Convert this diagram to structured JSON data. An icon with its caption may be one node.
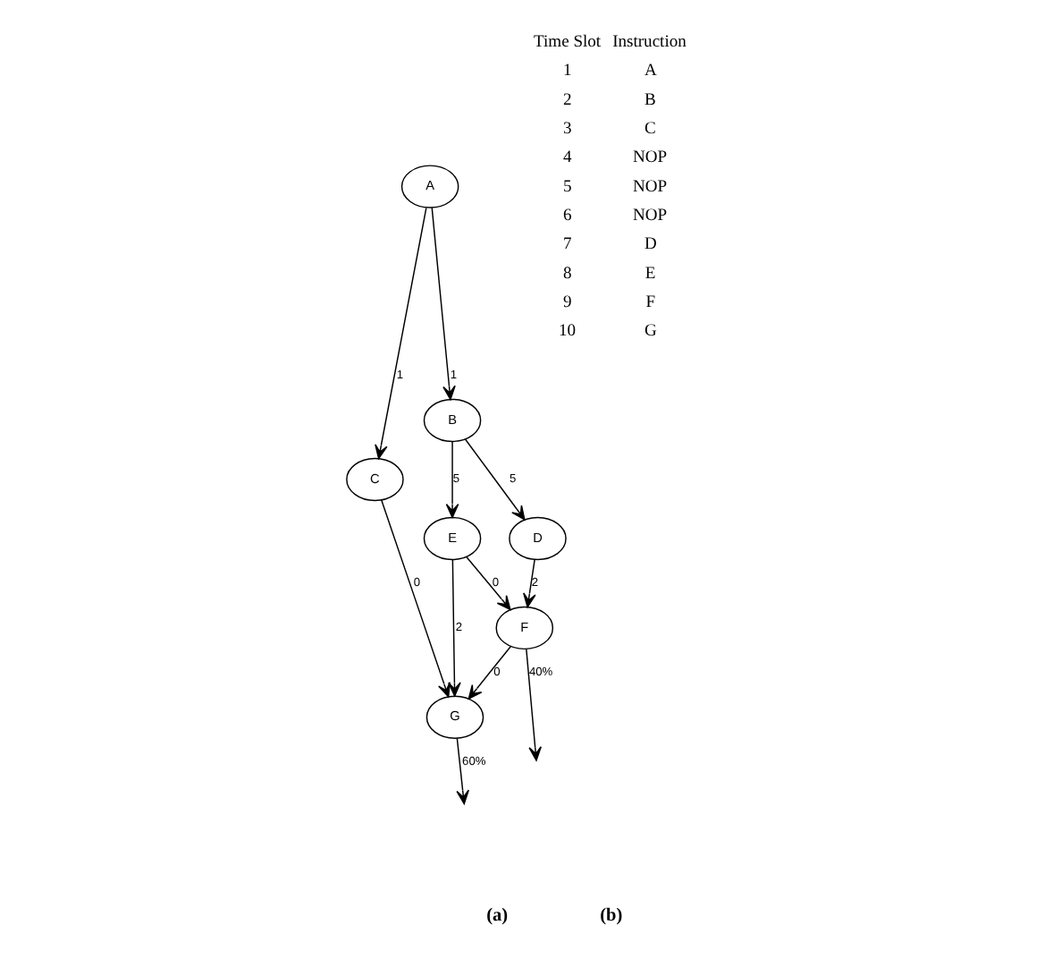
{
  "diagram": {
    "nodes": [
      {
        "text": [
          "A"
        ]
      },
      {
        "text": [
          "B"
        ]
      },
      {
        "text": [
          "C"
        ]
      },
      {
        "text": [
          "D"
        ]
      },
      {
        "text": [
          "E"
        ]
      },
      {
        "text": [
          "F"
        ]
      },
      {
        "text": [
          "G"
        ]
      }
    ],
    "edges": [
      {
        "from": 0,
        "to": 1,
        "arrow": "to",
        "label": "1"
      },
      {
        "from": 0,
        "to": 2,
        "arrow": "to",
        "label": "1"
      },
      {
        "from": 1,
        "to": 3,
        "arrow": "to",
        "label": "5"
      },
      {
        "from": 1,
        "to": 4,
        "arrow": "to",
        "label": "5"
      },
      {
        "from": 3,
        "to": 5,
        "arrow": "to",
        "label": "2"
      },
      {
        "from": 4,
        "to": 5,
        "arrow": "to",
        "label": "0"
      },
      {
        "from": 4,
        "to": 6,
        "arrow": "to",
        "label": "2"
      },
      {
        "from": 2,
        "to": 6,
        "arrow": "to",
        "label": "0"
      },
      {
        "from": 5,
        "to": null,
        "arrow": "to",
        "label": "40%"
      },
      {
        "from": 5,
        "to": 6,
        "arrow": "to",
        "label": "0"
      },
      {
        "from": 6,
        "to": null,
        "arrow": "to",
        "label": "60%"
      }
    ],
    "labels": [
      "Time Slot",
      "Instruction",
      "1",
      "A",
      "2",
      "B",
      "3",
      "C",
      "4",
      "NOP",
      "5",
      "NOP",
      "6",
      "NOP",
      "7",
      "D",
      "8",
      "E",
      "9",
      "F",
      "10",
      "G",
      "(a)",
      "(b)"
    ]
  }
}
